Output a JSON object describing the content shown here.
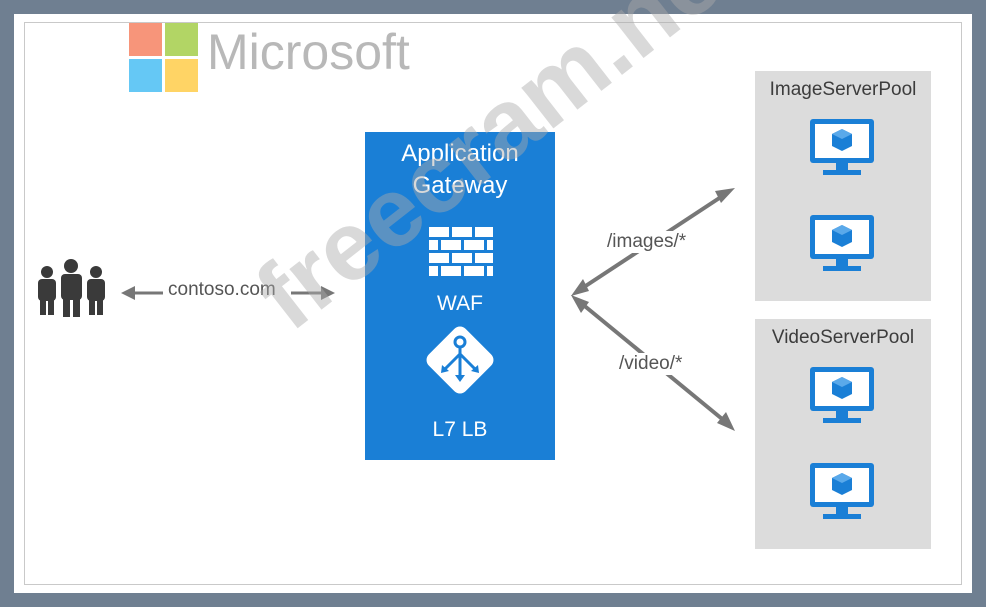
{
  "logo": {
    "text": "Microsoft",
    "colors": [
      "#f25022",
      "#7fba00",
      "#00a4ef",
      "#ffb900"
    ]
  },
  "gateway": {
    "title_line1": "Application",
    "title_line2": "Gateway",
    "waf_label": "WAF",
    "lb_label": "L7 LB",
    "color": "#1a7fd6"
  },
  "client": {
    "domain_label": "contoso.com"
  },
  "routes": {
    "images": "/images/*",
    "video": "/video/*"
  },
  "pools": [
    {
      "title": "ImageServerPool"
    },
    {
      "title": "VideoServerPool"
    }
  ],
  "watermark": "freecram.net",
  "icons": [
    "users-icon",
    "firewall-icon",
    "load-balancer-icon",
    "virtual-machine-icon"
  ]
}
